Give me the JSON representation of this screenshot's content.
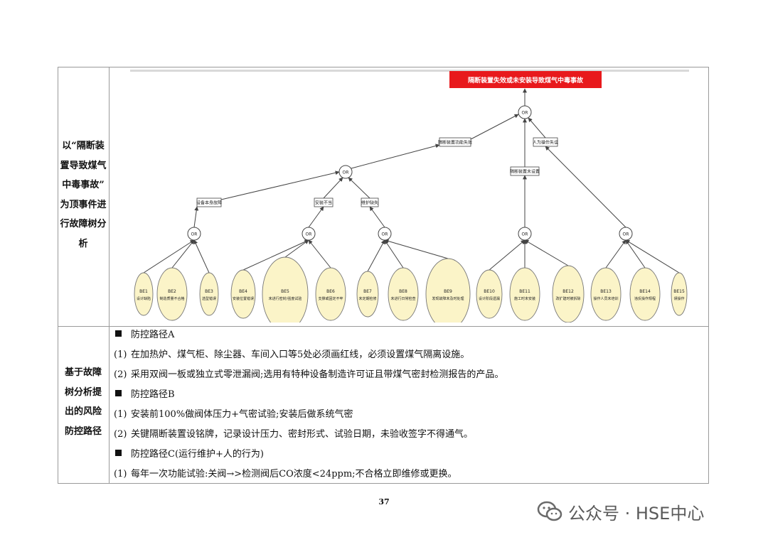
{
  "rows": [
    {
      "label_lines": [
        "以“隔断装",
        "置导致煤气",
        "中毒事故”",
        "为顶事件进",
        "行故障树分",
        "析"
      ]
    },
    {
      "label_lines": [
        "基于故障",
        "树分析提",
        "出的风险",
        "防控路径"
      ]
    }
  ],
  "fault_tree": {
    "top_event": "隔断装置失效或未安装导致煤气中毒事故",
    "gate_label": "OR",
    "intermediate_events": [
      "隔断装置功能失效",
      "人为操作失误",
      "隔断装置未设置",
      "设备本身故障",
      "安装不当",
      "维护缺失"
    ],
    "basic_events": [
      {
        "id": "BE1",
        "desc": "设计缺陷"
      },
      {
        "id": "BE2",
        "desc": "制造质量不合格"
      },
      {
        "id": "BE3",
        "desc": "选型错误"
      },
      {
        "id": "BE4",
        "desc": "安装位置错误"
      },
      {
        "id": "BE5",
        "desc": "未进行密封/强度试验"
      },
      {
        "id": "BE6",
        "desc": "支撑或固定不牢"
      },
      {
        "id": "BE7",
        "desc": "未定期检修"
      },
      {
        "id": "BE8",
        "desc": "未进行日常检查"
      },
      {
        "id": "BE9",
        "desc": "发现故障未及时处理"
      },
      {
        "id": "BE10",
        "desc": "设计阶段遗漏"
      },
      {
        "id": "BE11",
        "desc": "施工时未安装"
      },
      {
        "id": "BE12",
        "desc": "改扩建时被拆除"
      },
      {
        "id": "BE13",
        "desc": "操作人员未培训"
      },
      {
        "id": "BE14",
        "desc": "违反操作规程"
      },
      {
        "id": "BE15",
        "desc": "误操作"
      }
    ],
    "colors": {
      "top_fill": "#e8191c",
      "basic_fill": "#fbf4c8",
      "line": "#444444"
    }
  },
  "control": {
    "lines": [
      {
        "kind": "bullet",
        "text": "防控路径A"
      },
      {
        "kind": "item",
        "num": "(1)",
        "text": "在加热炉、煤气柜、除尘器、车间入口等5处必须画红线，必须设置煤气隔离设施。"
      },
      {
        "kind": "item",
        "num": "(2)",
        "text": "采用双阀一板或独立式零泄漏阀;选用有特种设备制造许可证且带煤气密封检测报告的产品。"
      },
      {
        "kind": "bullet",
        "text": "防控路径B"
      },
      {
        "kind": "item",
        "num": "(1)",
        "text": "安装前100%做阀体压力+气密试验;安装后做系统气密"
      },
      {
        "kind": "item",
        "num": "(2)",
        "text": "关键隔断装置设铭牌，记录设计压力、密封形式、试验日期，未验收签字不得通气。"
      },
      {
        "kind": "bullet",
        "text": "防控路径C(运行维护+人的行为)"
      },
      {
        "kind": "item",
        "num": "(1)",
        "text": "每年一次功能试验:关阀→>检测阀后CO浓度<24ppm;不合格立即维修或更换。"
      }
    ]
  },
  "page_number": "37",
  "watermark": {
    "text": "公众号 · HSE中心",
    "icon": "wechat-icon"
  }
}
